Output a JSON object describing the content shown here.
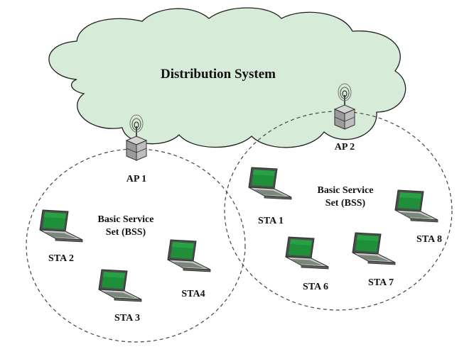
{
  "title": "Distribution System",
  "access_points": [
    {
      "id": "ap1",
      "label": "AP 1"
    },
    {
      "id": "ap2",
      "label": "AP 2"
    }
  ],
  "bss": [
    {
      "id": "bss1",
      "line1": "Basic Service",
      "line2": "Set (BSS)"
    },
    {
      "id": "bss2",
      "line1": "Basic Service",
      "line2": "Set (BSS)"
    }
  ],
  "stations": [
    {
      "id": "sta1",
      "label": "STA 1"
    },
    {
      "id": "sta2",
      "label": "STA 2"
    },
    {
      "id": "sta3",
      "label": "STA 3"
    },
    {
      "id": "sta4",
      "label": "STA4"
    },
    {
      "id": "sta6",
      "label": "STA 6"
    },
    {
      "id": "sta7",
      "label": "STA 7"
    },
    {
      "id": "sta8",
      "label": "STA 8"
    }
  ],
  "colors": {
    "cloud_fill": "#d7ebd9",
    "cloud_stroke": "#1f1f1f",
    "screen": "#1f8f3a",
    "laptop_body": "#9aa29a",
    "ap_body": "#a7a7a7"
  }
}
